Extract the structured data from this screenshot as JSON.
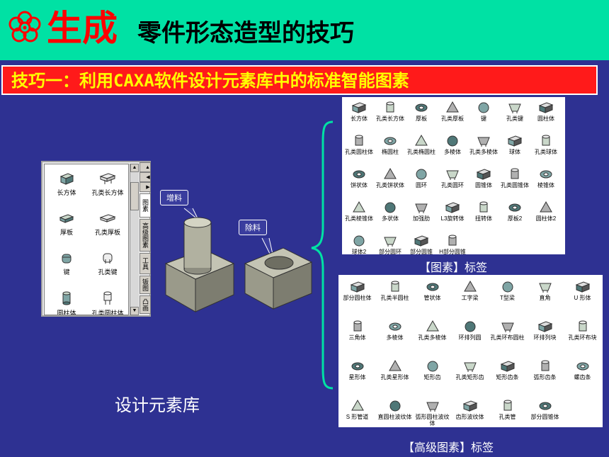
{
  "header": {
    "title_big": "生成",
    "title_rest": "零件形态造型的技巧",
    "colors": {
      "bar": "#00e1a4",
      "big": "#ff0000"
    }
  },
  "tip": {
    "text": "技巧一：利用CAXA软件设计元素库中的标准智能图素"
  },
  "library": {
    "label": "设计元素库",
    "items": [
      "长方体",
      "孔类长方体",
      "厚板",
      "孔类厚板",
      "键",
      "孔类键",
      "圆柱体",
      "孔类圆柱体"
    ],
    "tabs": [
      "图素",
      "高级图素",
      "工具",
      "钣图",
      "凸画"
    ]
  },
  "callouts": {
    "add": "增料",
    "remove": "除料"
  },
  "panel_basic": {
    "caption": "【图素】标签",
    "items": [
      "长方体",
      "孔类长方体",
      "厚板",
      "孔类厚板",
      "键",
      "孔类键",
      "圆柱体",
      "孔类圆柱体",
      "椭圆柱",
      "孔类椭圆柱",
      "多棱体",
      "孔类多棱体",
      "球体",
      "孔类球体",
      "饼状体",
      "孔类饼状体",
      "圆环",
      "孔类圆环",
      "圆锥体",
      "孔类圆锥体",
      "棱锥体",
      "孔类棱锥体",
      "多状体",
      "加强肋",
      "L3旋转体",
      "扭转体",
      "厚板2",
      "圆柱体2",
      "球体2",
      "部分圆环",
      "部分圆锥",
      "H部分圆锥"
    ]
  },
  "panel_advanced": {
    "caption": "【高级图素】标签",
    "items": [
      "部分圆柱体",
      "孔类半圆柱",
      "管状体",
      "工字梁",
      "T型梁",
      "直角",
      "U 形体",
      "三角体",
      "多棱体",
      "孔类多棱体",
      "环排列圆",
      "孔类环布圆柱",
      "环排列块",
      "孔类环布块",
      "星形体",
      "孔类星形体",
      "矩形齿",
      "孔类矩形齿",
      "矩形齿条",
      "弧形齿条",
      "螺齿条",
      "S 形管道",
      "直圆柱波纹体",
      "弧形圆柱波纹体",
      "齿形波纹体",
      "孔类管",
      "部分圆锥体"
    ]
  }
}
